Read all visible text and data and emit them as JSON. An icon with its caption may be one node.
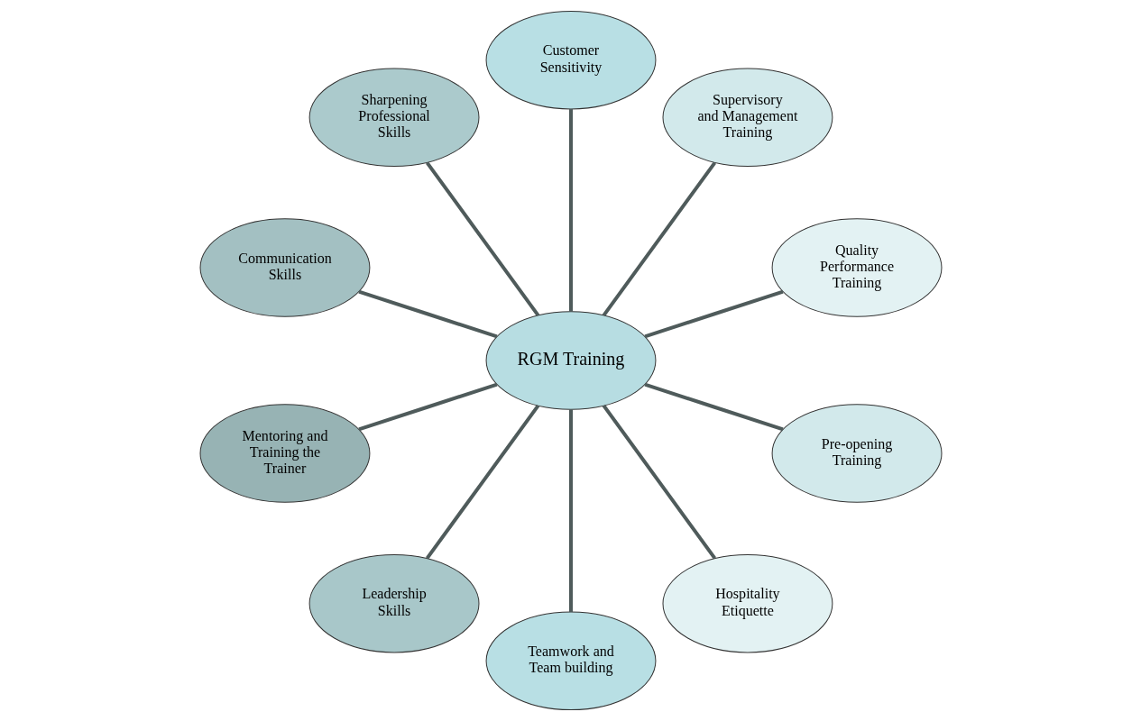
{
  "diagram": {
    "nodes": [
      {
        "text": [
          "RGM Training"
        ]
      },
      {
        "text": [
          "Quality Performance Training"
        ]
      },
      {
        "text": [
          "Supervisory and Management Training"
        ]
      },
      {
        "text": [
          "Customer Sensitivity"
        ]
      },
      {
        "text": [
          "Sharpening Professional Skills"
        ]
      },
      {
        "text": [
          "Communication Skills"
        ]
      },
      {
        "text": [
          "Mentoring and Training the Trainer"
        ]
      },
      {
        "text": [
          "Leadership Skills"
        ]
      },
      {
        "text": [
          "Teamwork and Team building"
        ]
      },
      {
        "text": [
          "Hospitality Etiquette"
        ]
      },
      {
        "text": [
          "Pre-opening Training"
        ]
      }
    ],
    "edges": [
      {
        "from": 0,
        "to": 1,
        "arrow": "none"
      },
      {
        "from": 0,
        "to": 2,
        "arrow": "none"
      },
      {
        "from": 0,
        "to": 3,
        "arrow": "none"
      },
      {
        "from": 0,
        "to": 4,
        "arrow": "none"
      },
      {
        "from": 0,
        "to": 5,
        "arrow": "none"
      },
      {
        "from": 0,
        "to": 6,
        "arrow": "none"
      },
      {
        "from": 0,
        "to": 7,
        "arrow": "none"
      },
      {
        "from": 0,
        "to": 8,
        "arrow": "none"
      },
      {
        "from": 0,
        "to": 9,
        "arrow": "none"
      },
      {
        "from": 0,
        "to": 10,
        "arrow": "none"
      }
    ]
  }
}
